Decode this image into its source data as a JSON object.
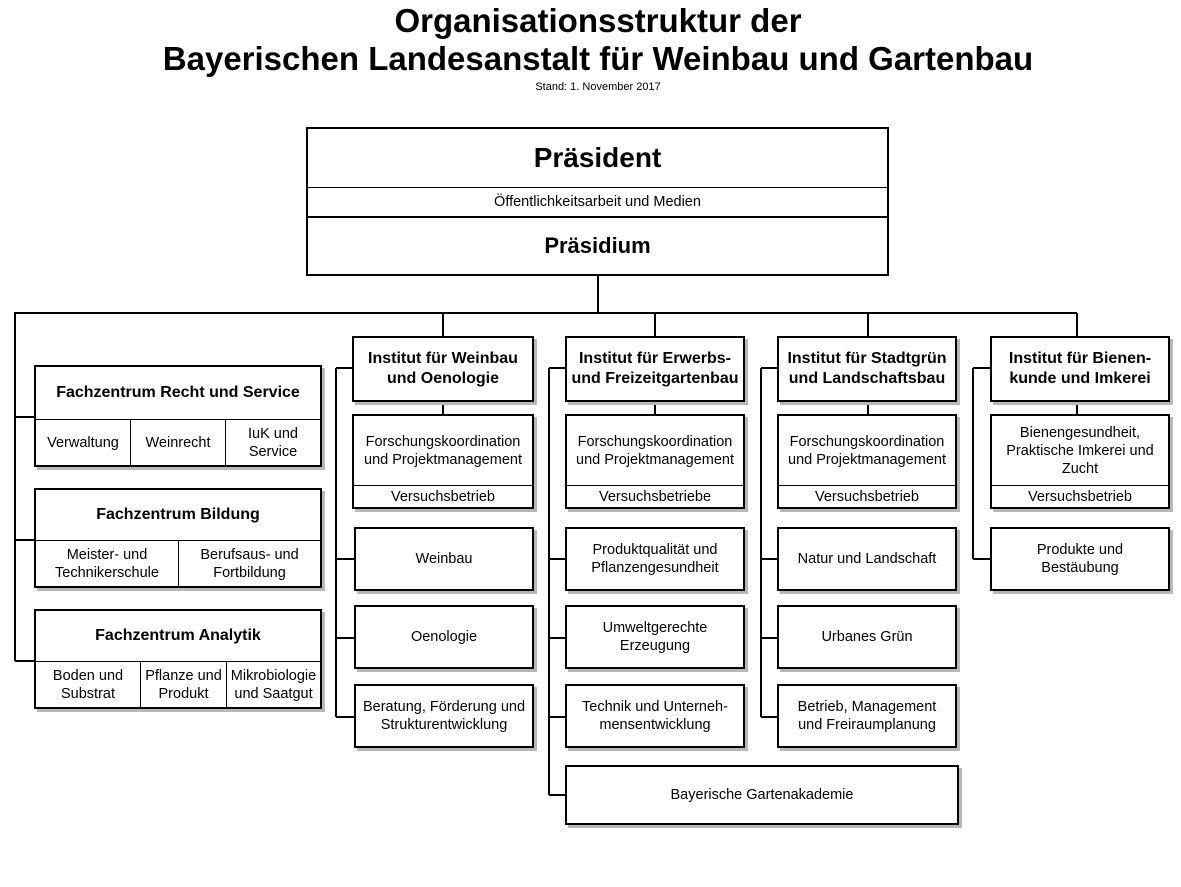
{
  "title": {
    "line1": "Organisationsstruktur der",
    "line2": "Bayerischen Landesanstalt für Weinbau und Gartenbau",
    "stand": "Stand: 1. November 2017"
  },
  "top": {
    "praesident": "Präsident",
    "medien": "Öffentlichkeitsarbeit und Medien",
    "praesidium": "Präsidium"
  },
  "fachzentren": [
    {
      "title": "Fachzentrum Recht und Service",
      "units": [
        "Verwaltung",
        "Weinrecht",
        "IuK und Service"
      ]
    },
    {
      "title": "Fachzentrum Bildung",
      "units": [
        "Meister- und Technikerschule",
        "Berufsaus- und Fortbildung"
      ]
    },
    {
      "title": "Fachzentrum Analytik",
      "units": [
        "Boden und Substrat",
        "Pflanze und Produkt",
        "Mikrobiologie und Saatgut"
      ]
    }
  ],
  "institute": [
    {
      "title": "Institut für Weinbau und Oenologie",
      "koordination": "Forschungskoordination und Projektmanagement",
      "versuch": "Versuchsbetrieb",
      "units": [
        "Weinbau",
        "Oenologie",
        "Beratung, Förderung und Strukturentwicklung"
      ]
    },
    {
      "title": "Institut für Erwerbs- und Freizeitgartenbau",
      "koordination": "Forschungskoordination und Projektmanagement",
      "versuch": "Versuchsbetriebe",
      "units": [
        "Produktqualität und Pflanzengesundheit",
        "Umweltgerechte Erzeugung",
        "Technik und Unterneh-mensentwicklung",
        "Bayerische Gartenakademie"
      ]
    },
    {
      "title": "Institut für Stadtgrün und Landschaftsbau",
      "koordination": "Forschungskoordination und Projektmanagement",
      "versuch": "Versuchsbetrieb",
      "units": [
        "Natur und Landschaft",
        "Urbanes Grün",
        "Betrieb, Management und Freiraumplanung"
      ]
    },
    {
      "title": "Institut für Bienen-kunde und Imkerei",
      "koordination": "Bienengesundheit, Praktische Imkerei und Zucht",
      "versuch": "Versuchsbetrieb",
      "units": [
        "Produkte und Bestäubung"
      ]
    }
  ]
}
